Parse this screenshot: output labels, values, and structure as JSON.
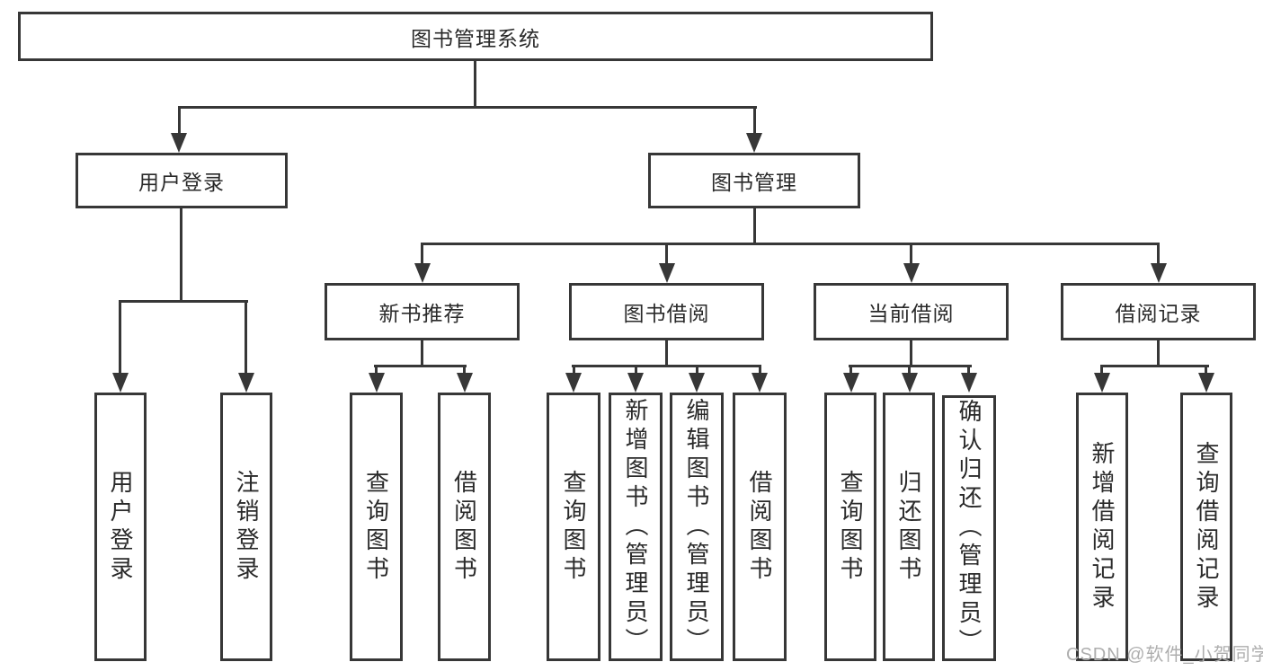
{
  "nodes": {
    "root": "图书管理系统",
    "user_login": "用户登录",
    "book_mgmt": "图书管理",
    "new_books": "新书推荐",
    "book_borrow": "图书借阅",
    "current_borrow": "当前借阅",
    "borrow_records": "借阅记录"
  },
  "leaves": {
    "user_login": [
      "用户登录",
      "注销登录"
    ],
    "new_books": [
      "查询图书",
      "借阅图书"
    ],
    "book_borrow": [
      "查询图书",
      "新增图书（管理员）",
      "编辑图书（管理员）",
      "借阅图书"
    ],
    "current_borrow": [
      "查询图书",
      "归还图书",
      "确认归还（管理员）"
    ],
    "borrow_records": [
      "新增借阅记录",
      "查询借阅记录"
    ]
  },
  "watermark": "CSDN @软件_小贺同学",
  "colors": {
    "line": "#373737",
    "text": "#2a2a2a",
    "watermark": "#aeaeae",
    "background": "#ffffff"
  }
}
